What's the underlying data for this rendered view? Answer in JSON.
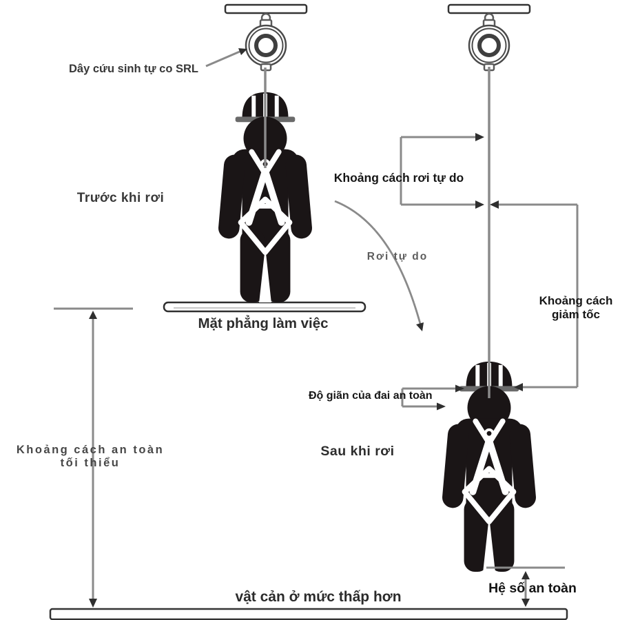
{
  "diagram": {
    "type": "fall-protection-clearance-diagram",
    "annotations": {
      "srl_label": "Dây cứu sinh tự co SRL",
      "before_fall": "Trước khi rơi",
      "free_fall_distance": "Khoảng cách rơi tự do",
      "free_fall_motion": "Rơi tự do",
      "work_surface": "Mặt phẳng làm việc",
      "deceleration_distance": {
        "line1": "Khoảng cách",
        "line2": "giảm tốc"
      },
      "harness_stretch": "Độ giãn của đai an toàn",
      "after_fall": "Sau khi rơi",
      "min_safe_distance": {
        "line1": "Khoảng cách an toàn",
        "line2": "tối thiểu"
      },
      "safety_factor": "Hệ số an toàn",
      "lower_obstruction": "vật cản ở mức thấp hơn"
    },
    "icons": {
      "anchor-bar-icon": "overhead anchor beam (white bar, dark outline)",
      "srl-device-icon": "self-retracting lifeline reel (concentric rings)",
      "worker-icon": "worker pictogram with hard hat and full-body harness",
      "dimension-arrow-icon": "gray dimension line with dark arrowhead",
      "fall-curve-arrow-icon": "curved falling-path arrow"
    },
    "colors": {
      "background": "#ffffff",
      "figure": "#1a1516",
      "line_gray": "#8a8a8a",
      "arrowhead": "#2f2f2f",
      "device_outline": "#4a4a4a",
      "hat_brim": "#6a6a6a",
      "text_dark": "#161616",
      "text_medium": "#383838",
      "text_gray": "#5d5d5d"
    }
  }
}
